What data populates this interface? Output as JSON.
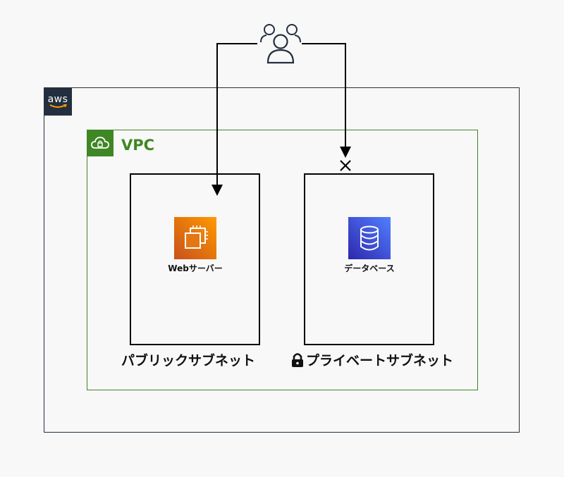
{
  "aws": {
    "logo_text": "aws",
    "icon": "aws-logo-icon"
  },
  "vpc": {
    "label": "VPC",
    "icon": "cloud-lock-icon",
    "color": "#3f8624"
  },
  "users": {
    "icon": "users-group-icon"
  },
  "public_subnet": {
    "label": "パブリックサブネット",
    "service": {
      "label": "Webサーバー",
      "icon": "ec2-instance-icon",
      "color": "#ff9900"
    }
  },
  "private_subnet": {
    "label": "プライベートサブネット",
    "lock_icon": "padlock-icon",
    "service": {
      "label": "データベース",
      "icon": "database-icon",
      "color": "#527fff"
    }
  },
  "connections": [
    {
      "from": "users",
      "to": "public_subnet",
      "status": "allowed",
      "marker": "arrow"
    },
    {
      "from": "users",
      "to": "private_subnet",
      "status": "blocked",
      "marker": "cross"
    }
  ]
}
